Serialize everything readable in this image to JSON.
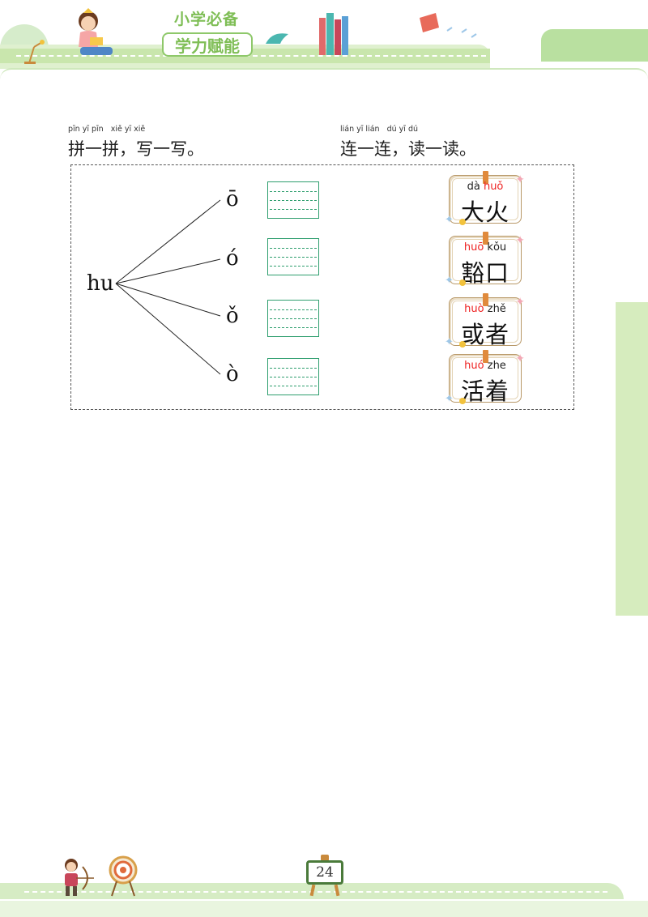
{
  "header": {
    "badge_top": "小学必备",
    "badge_bottom": "学力赋能"
  },
  "section1": {
    "pinyin": "pīn yī pīn   xiě yī xiě",
    "title": "拼一拼，写一写。"
  },
  "section2": {
    "pinyin": "lián yī lián   dú yī dú",
    "title": "连一连，读一读。"
  },
  "exercise": {
    "stem": "hu",
    "vowels": [
      "ō",
      "ó",
      "ǒ",
      "ò"
    ]
  },
  "cards": [
    {
      "py_a": "dà ",
      "py_b": "huǒ",
      "hz": "大火",
      "red": "b"
    },
    {
      "py_a": "huō",
      "py_b": " kǒu",
      "hz": "豁口",
      "red": "a"
    },
    {
      "py_a": "huò",
      "py_b": " zhě",
      "hz": "或者",
      "red": "a"
    },
    {
      "py_a": "huó",
      "py_b": " zhe",
      "hz": "活着",
      "red": "a"
    }
  ],
  "page_number": "24",
  "colors": {
    "accent_green": "#7fbe56",
    "grid_green": "#2e9e6e",
    "pinyin_red": "#e22222"
  }
}
